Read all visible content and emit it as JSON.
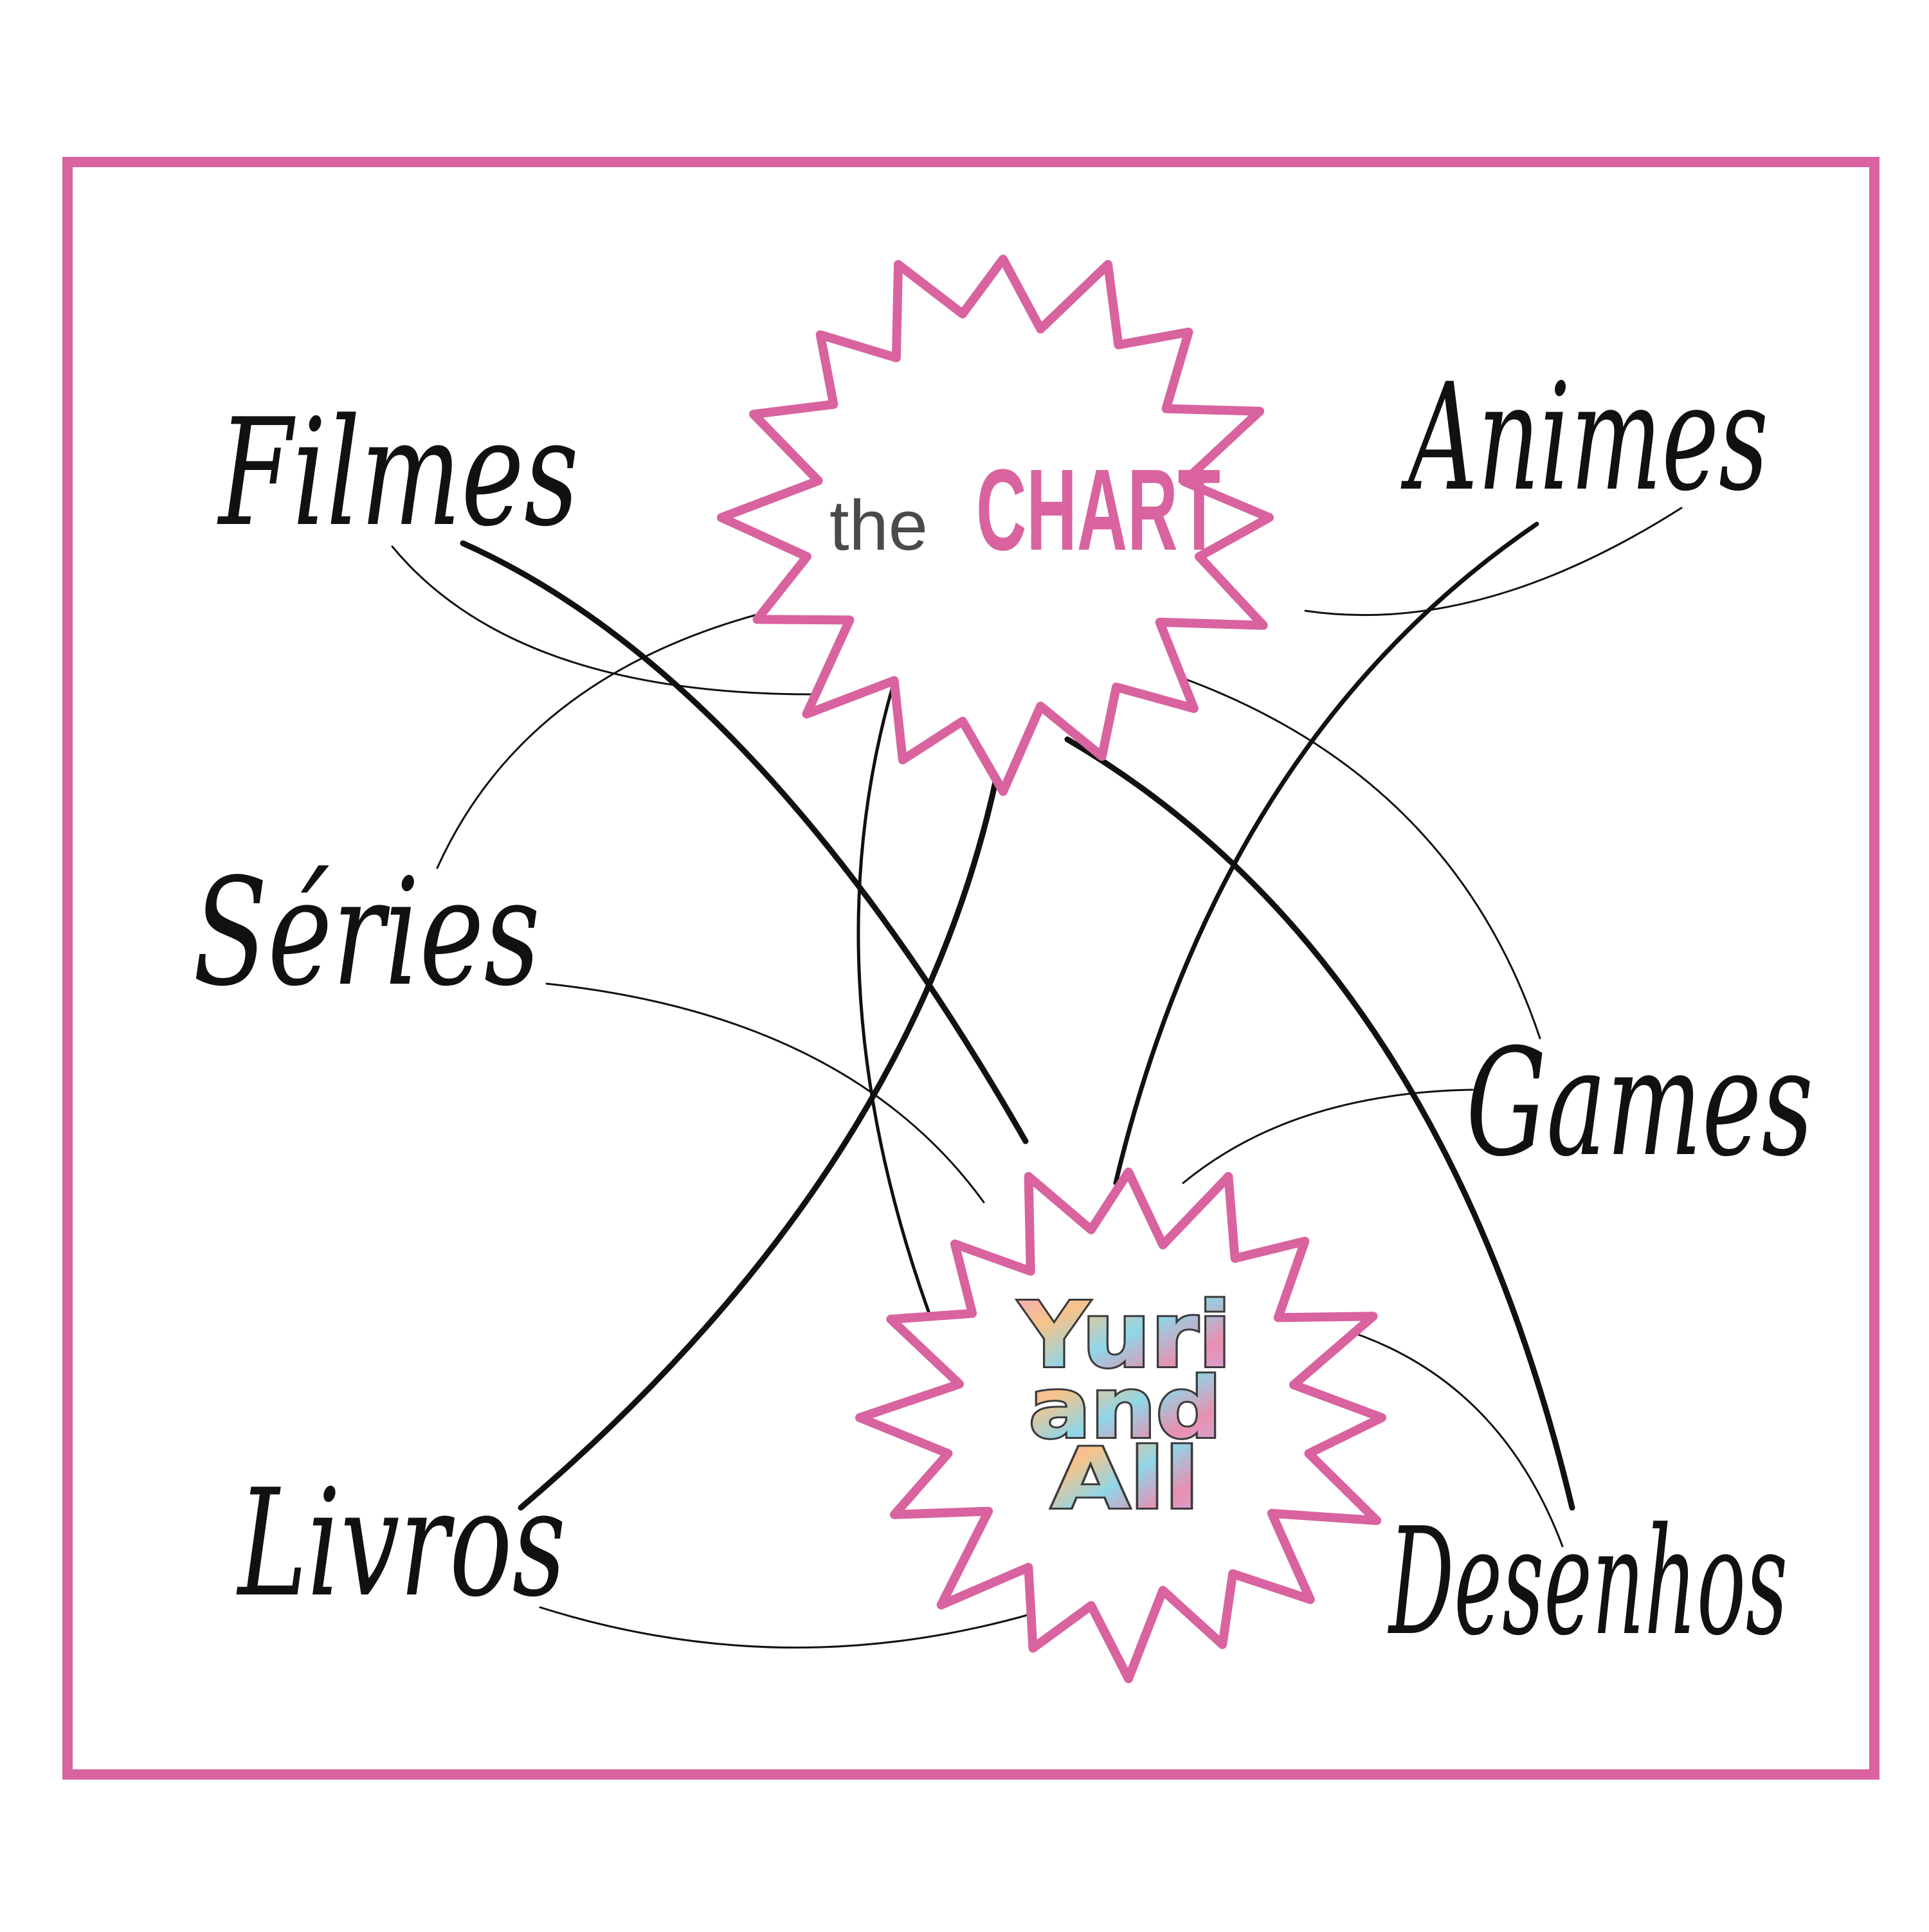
{
  "colors": {
    "frame": "#d9639e",
    "burst_stroke": "#d9639e",
    "line": "#111111",
    "logo_gradient": [
      "#f4a6c0",
      "#f6c38a",
      "#8fd6e8",
      "#e88fb0",
      "#c8b0e8"
    ]
  },
  "hub_top": {
    "prefix": "the",
    "title": "CHART"
  },
  "hub_bottom": {
    "logo_lines": [
      "Yuri",
      "and",
      "All"
    ]
  },
  "nodes": {
    "filmes": "Filmes",
    "series": "Séries",
    "livros": "Livros",
    "animes": "Animes",
    "games": "Games",
    "desenhos": "Desenhos"
  }
}
